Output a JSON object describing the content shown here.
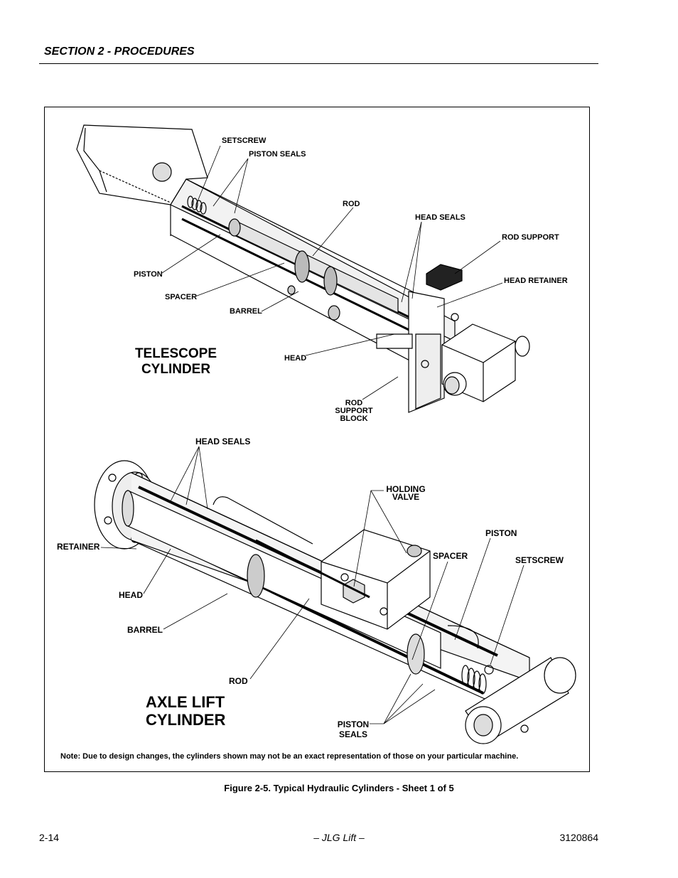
{
  "header": {
    "section": "SECTION 2 - PROCEDURES"
  },
  "figure": {
    "telescope": {
      "title_line1": "TELESCOPE",
      "title_line2": "CYLINDER",
      "labels": {
        "setscrew": "SETSCREW",
        "piston_seals": "PISTON SEALS",
        "rod": "ROD",
        "head_seals": "HEAD SEALS",
        "rod_support": "ROD SUPPORT",
        "piston": "PISTON",
        "head_retainer": "HEAD RETAINER",
        "spacer": "SPACER",
        "barrel": "BARREL",
        "head": "HEAD",
        "rod_support_block_1": "ROD",
        "rod_support_block_2": "SUPPORT",
        "rod_support_block_3": "BLOCK"
      }
    },
    "axle": {
      "title_line1": "AXLE LIFT",
      "title_line2": "CYLINDER",
      "labels": {
        "head_seals": "HEAD SEALS",
        "holding_valve_1": "HOLDING",
        "holding_valve_2": "VALVE",
        "piston": "PISTON",
        "retainer": "RETAINER",
        "spacer": "SPACER",
        "setscrew": "SETSCREW",
        "head": "HEAD",
        "barrel": "BARREL",
        "rod": "ROD",
        "piston_seals_1": "PISTON",
        "piston_seals_2": "SEALS"
      }
    },
    "note": "Note: Due to design changes, the cylinders shown may not be an exact representation of those on your particular machine.",
    "caption": "Figure 2-5.  Typical Hydraulic Cylinders - Sheet 1 of 5"
  },
  "footer": {
    "page": "2-14",
    "center": "– JLG Lift –",
    "doc_number": "3120864"
  }
}
